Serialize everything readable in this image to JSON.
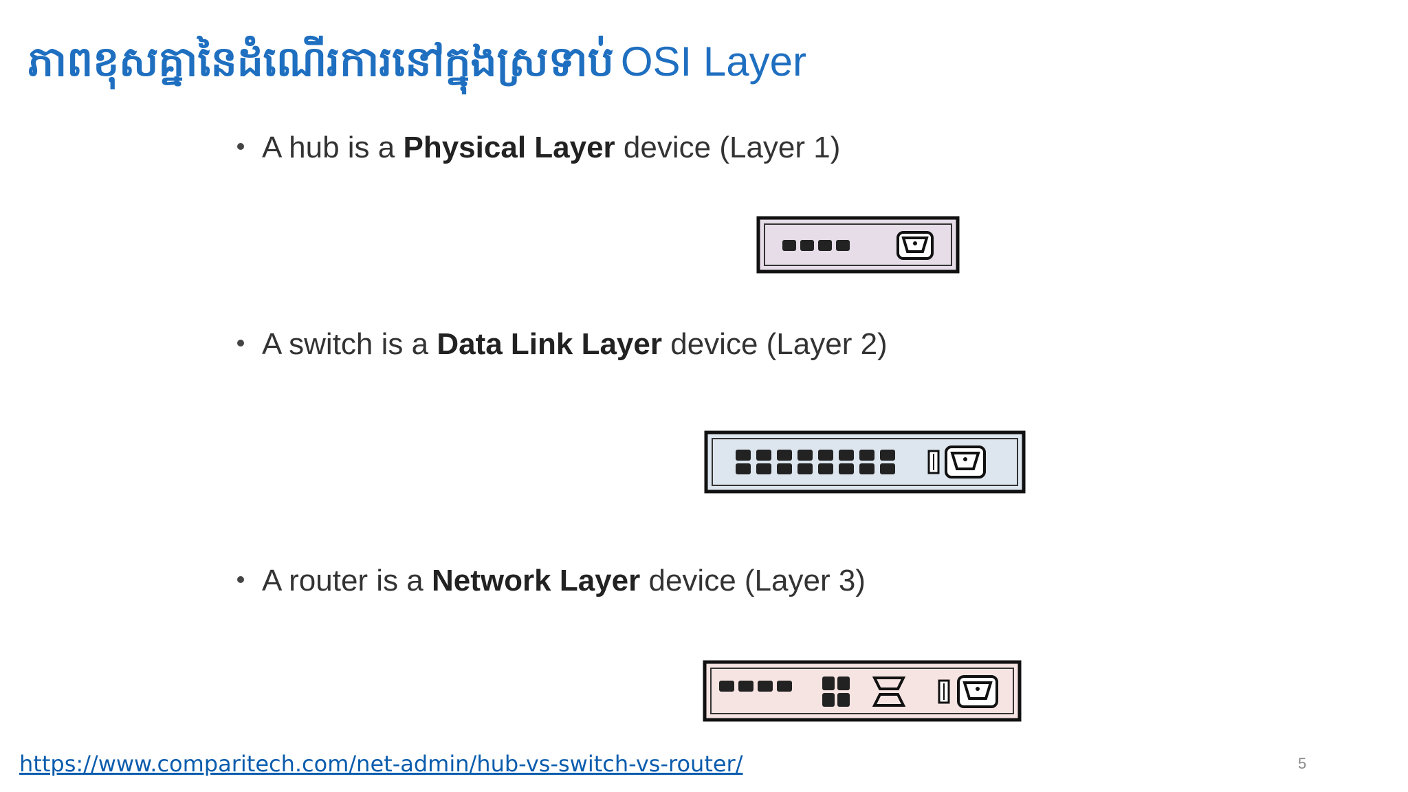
{
  "slide": {
    "title_khmer": "ភាពខុសគ្នានៃដំណើរការនៅក្នុងស្រទាប់",
    "title_latin": "OSI Layer",
    "bullets": [
      {
        "prefix": "A hub is a ",
        "bold": "Physical Layer",
        "suffix": " device (Layer 1)",
        "device": "hub-icon"
      },
      {
        "prefix": "A switch is a ",
        "bold": "Data Link Layer",
        "suffix": " device (Layer 2)",
        "device": "switch-icon"
      },
      {
        "prefix": "A router is a ",
        "bold": "Network Layer",
        "suffix": " device (Layer 3)",
        "device": "router-icon"
      }
    ],
    "source_link": "https://www.comparitech.com/net-admin/hub-vs-switch-vs-router/",
    "page_number": "5"
  },
  "colors": {
    "title": "#1f6fc0",
    "link": "#0b5cad",
    "hub_fill": "#e7dde9",
    "switch_fill": "#dde6ee",
    "router_fill": "#f6e4e2"
  }
}
